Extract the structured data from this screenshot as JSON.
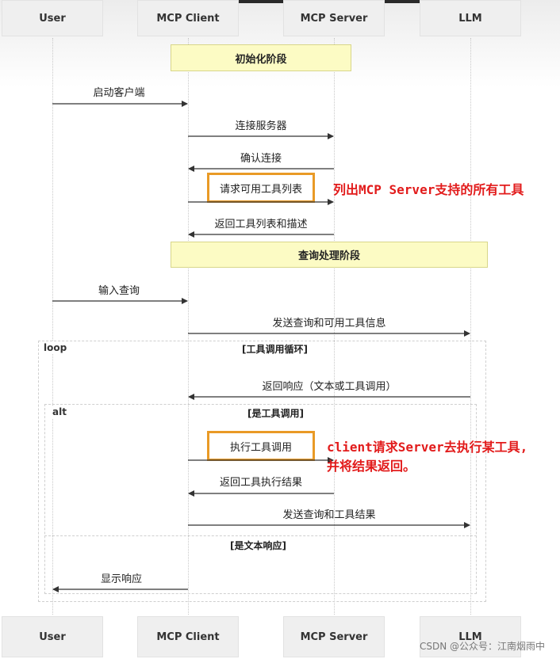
{
  "participants": {
    "user": "User",
    "client": "MCP Client",
    "server": "MCP Server",
    "llm": "LLM"
  },
  "phases": {
    "init": "初始化阶段",
    "query": "查询处理阶段"
  },
  "messages": {
    "start_client": "启动客户端",
    "connect_server": "连接服务器",
    "confirm_connect": "确认连接",
    "request_tools": "请求可用工具列表",
    "return_tools": "返回工具列表和描述",
    "input_query": "输入查询",
    "send_query_tools": "发送查询和可用工具信息",
    "return_response": "返回响应（文本或工具调用）",
    "execute_tool": "执行工具调用",
    "return_exec_result": "返回工具执行结果",
    "send_query_result": "发送查询和工具结果",
    "show_response": "显示响应"
  },
  "frames": {
    "loop_label": "loop",
    "loop_guard": "[工具调用循环]",
    "alt_label": "alt",
    "alt_guard": "[是工具调用]",
    "else_guard": "[是文本响应]"
  },
  "annotations": {
    "list_tools": "列出MCP Server支持的所有工具",
    "client_exec_line1": "client请求Server去执行某工具,",
    "client_exec_line2": "并将结果返回。"
  },
  "watermark": "CSDN @公众号：江南烟雨中",
  "colors": {
    "note_bg": "#fcfbc4",
    "highlight_border": "#e99a26",
    "annotation_red": "#e21b1b"
  }
}
